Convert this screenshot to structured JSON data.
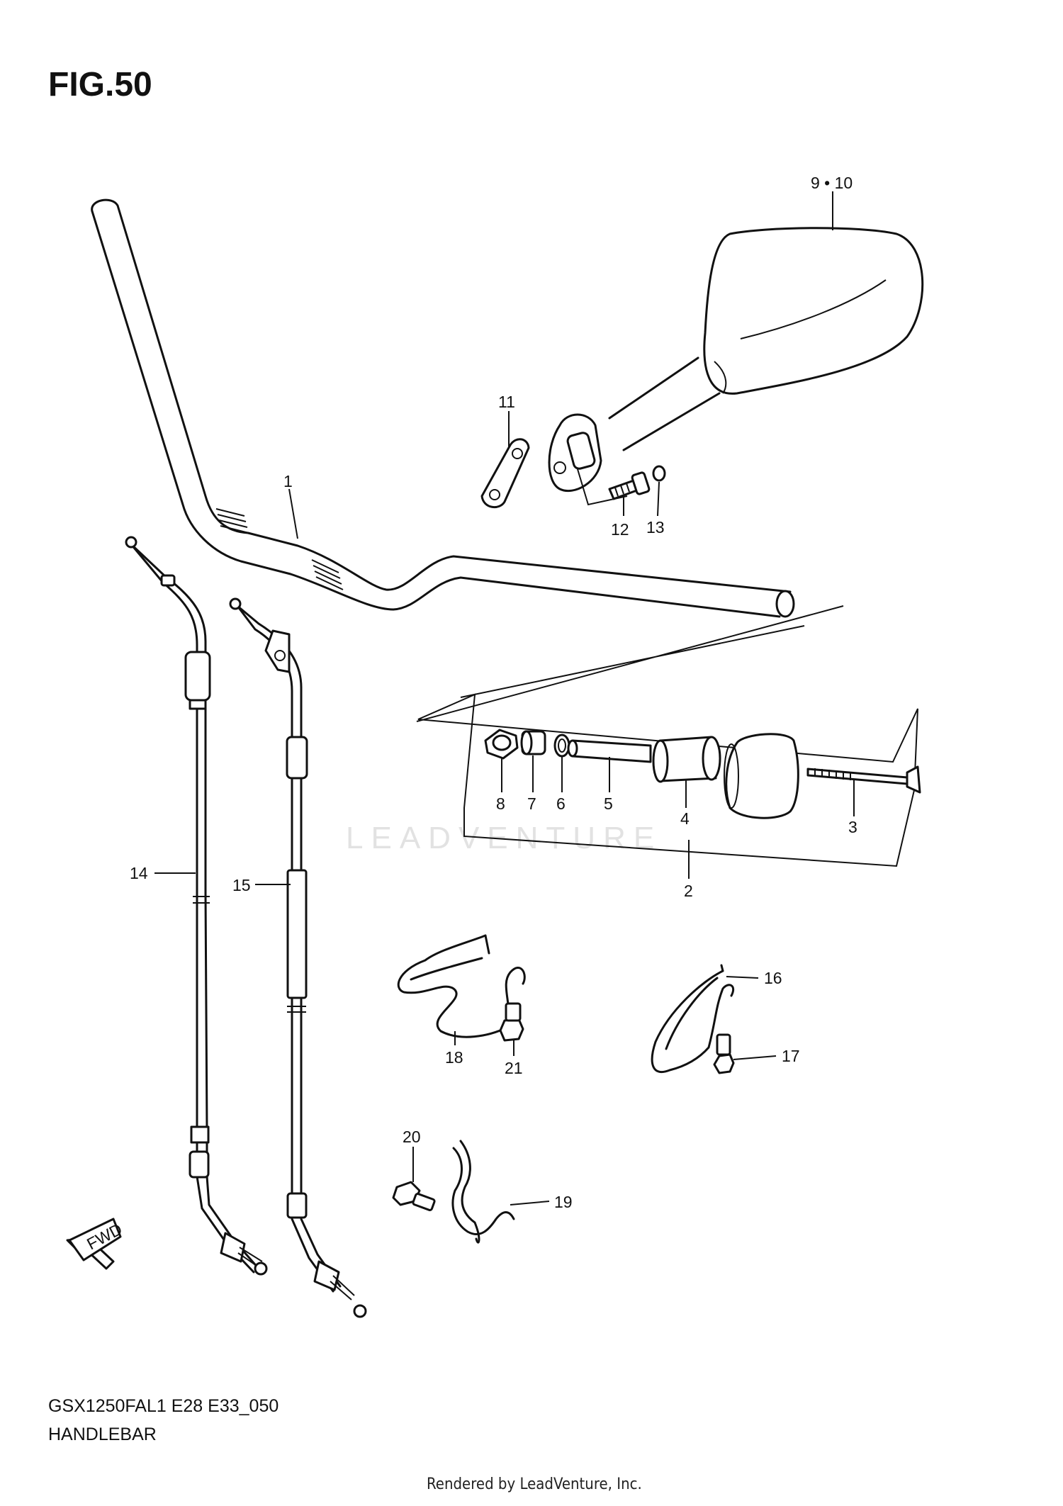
{
  "figure": {
    "title": "FIG.50",
    "model_code": "GSX1250FAL1 E28 E33_050",
    "section_name": "HANDLEBAR",
    "credit": "Rendered by LeadVenture, Inc.",
    "watermark": "LEADVENTURE"
  },
  "callouts": {
    "c1": "1",
    "c2": "2",
    "c3": "3",
    "c4": "4",
    "c5": "5",
    "c6": "6",
    "c7": "7",
    "c8": "8",
    "c910": "9 • 10",
    "c11": "11",
    "c12": "12",
    "c13": "13",
    "c14": "14",
    "c15": "15",
    "c16": "16",
    "c17": "17",
    "c18": "18",
    "c19": "19",
    "c20": "20",
    "c21": "21"
  },
  "fwd_arrow": {
    "label": "FWD",
    "icon": "fwd-arrow-icon"
  }
}
